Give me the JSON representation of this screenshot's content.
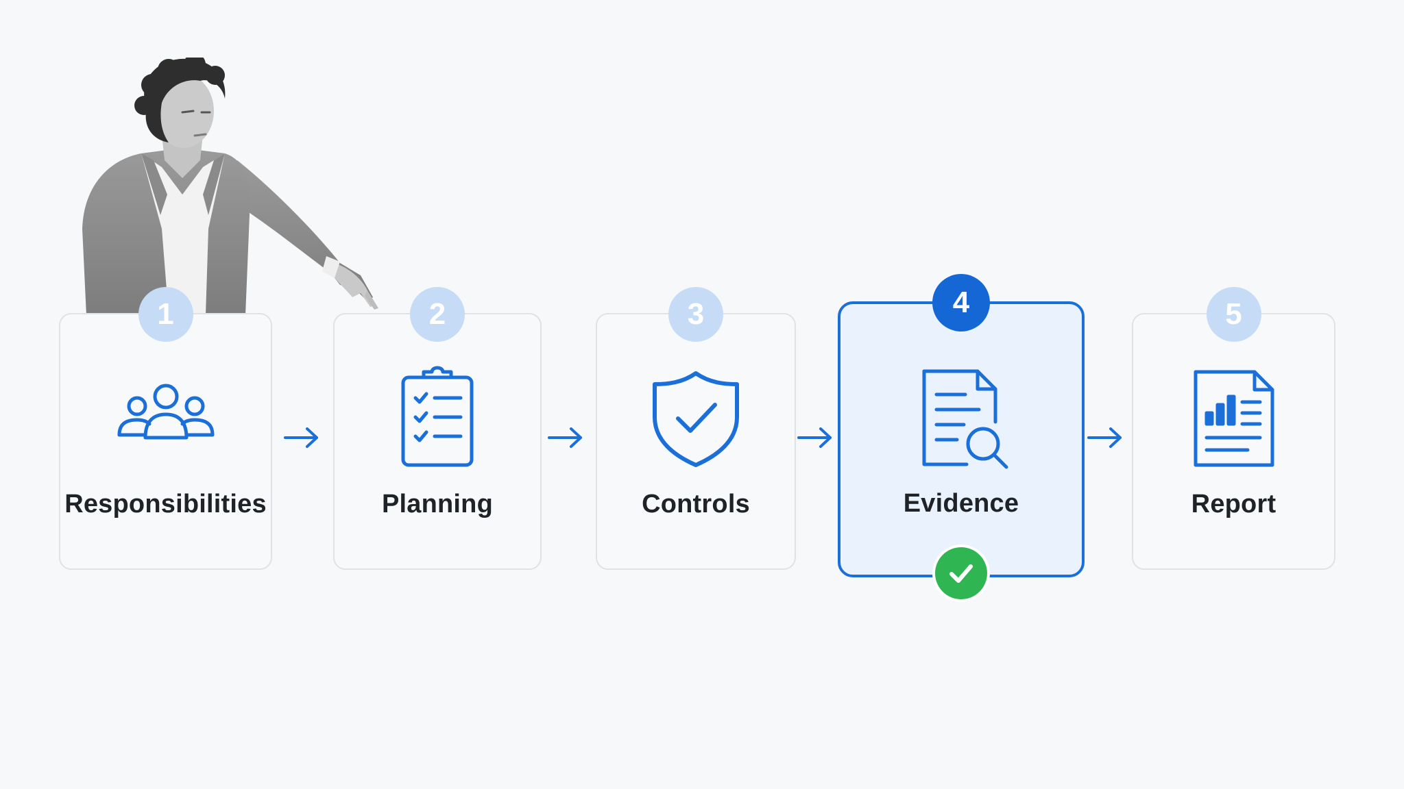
{
  "steps": [
    {
      "number": "1",
      "label": "Responsibilities",
      "icon": "people-group-icon",
      "active": false
    },
    {
      "number": "2",
      "label": "Planning",
      "icon": "clipboard-checklist-icon",
      "active": false
    },
    {
      "number": "3",
      "label": "Controls",
      "icon": "shield-check-icon",
      "active": false
    },
    {
      "number": "4",
      "label": "Evidence",
      "icon": "document-search-icon",
      "active": true,
      "completed": true
    },
    {
      "number": "5",
      "label": "Report",
      "icon": "report-chart-icon",
      "active": false
    }
  ],
  "colors": {
    "accent": "#1a6fd8",
    "badge_inactive": "#c6dcf6",
    "badge_active": "#1667d6",
    "success": "#2fb653",
    "card_border": "#dfe2e6",
    "active_fill": "#e9f2fd",
    "label_text": "#1f2328"
  }
}
